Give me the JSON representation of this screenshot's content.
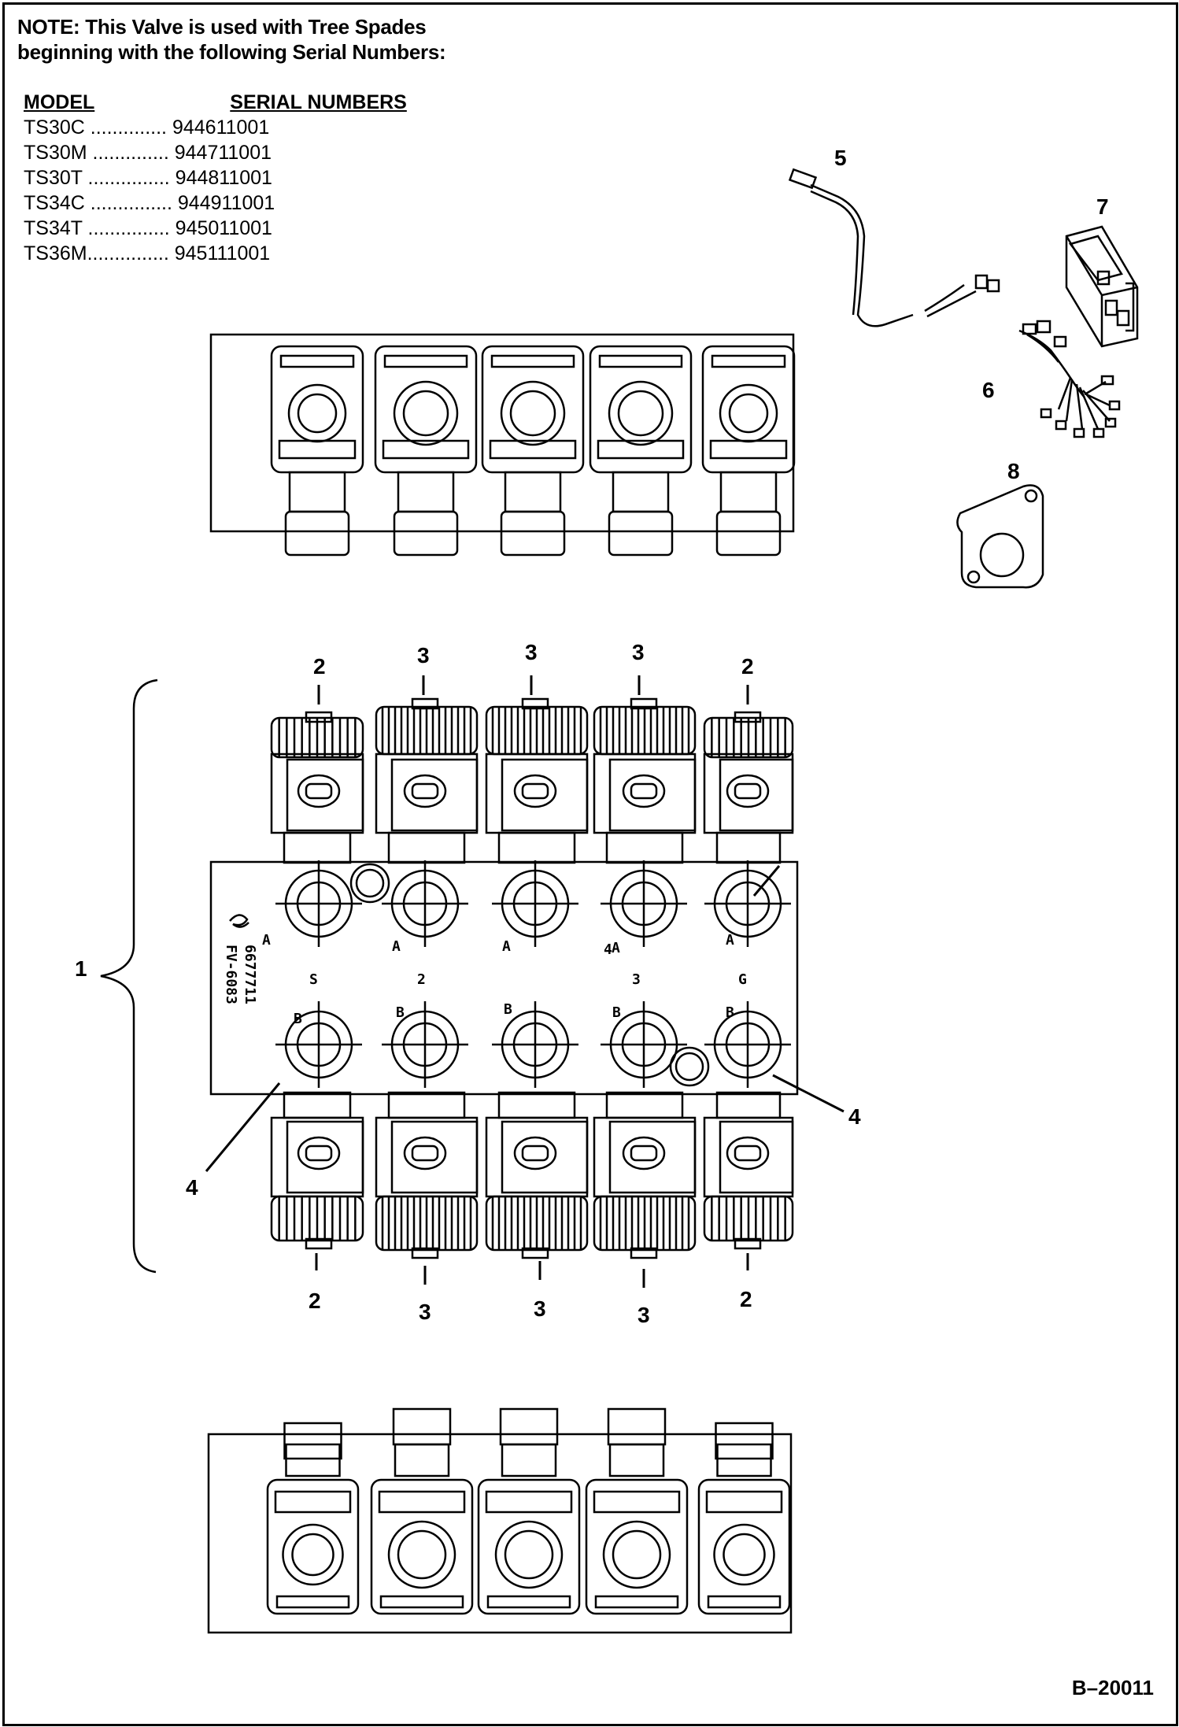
{
  "note": {
    "line1": "NOTE:   This Valve is used with Tree Spades",
    "line2": "beginning with the following Serial Numbers:"
  },
  "table": {
    "col_model": "MODEL",
    "col_serial": "SERIAL NUMBERS",
    "rows": [
      {
        "model": "TS30C",
        "dots": " .............. ",
        "serial": "944611001"
      },
      {
        "model": "TS30M",
        "dots": " .............. ",
        "serial": "944711001"
      },
      {
        "model": "TS30T",
        "dots": " ............... ",
        "serial": "944811001"
      },
      {
        "model": "TS34C",
        "dots": " ............... ",
        "serial": "944911001"
      },
      {
        "model": "TS34T",
        "dots": " ............... ",
        "serial": "945011001"
      },
      {
        "model": "TS36M",
        "dots": "............... ",
        "serial": "945111001"
      }
    ]
  },
  "callouts": {
    "c1": "1",
    "c2": "2",
    "c3": "3",
    "c4": "4",
    "c5": "5",
    "c6": "6",
    "c7": "7",
    "c8": "8"
  },
  "block_engraving": {
    "part_no": "6677711",
    "model_no": "FV-6083",
    "port_a": "A",
    "port_b": "B",
    "section_labels": [
      "S",
      "2",
      "",
      "3",
      "G"
    ],
    "extra_4": "4"
  },
  "document_id": "B–20011"
}
